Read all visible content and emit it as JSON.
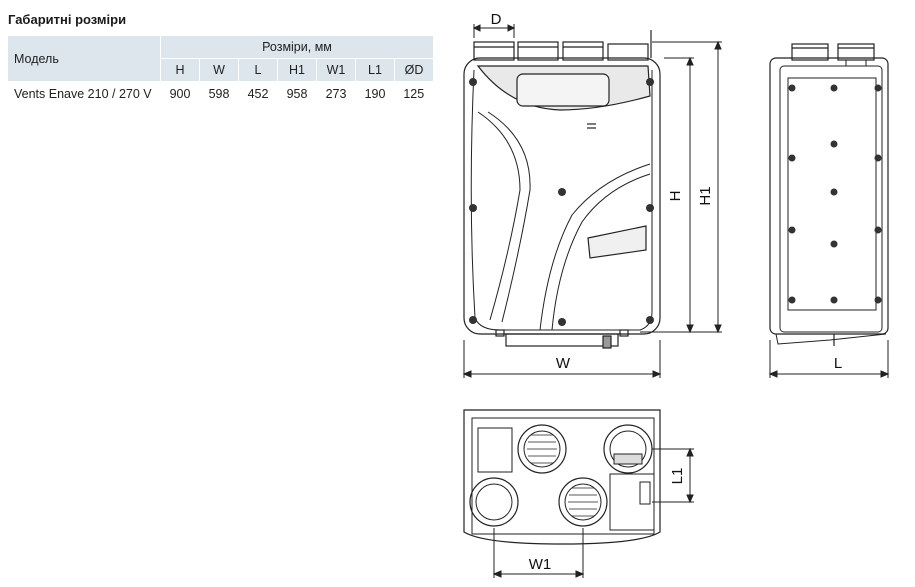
{
  "heading": "Габаритні розміри",
  "table": {
    "model_header": "Модель",
    "group_header": "Розміри, мм",
    "columns": [
      "H",
      "W",
      "L",
      "H1",
      "W1",
      "L1",
      "ØD"
    ],
    "rows": [
      {
        "model": "Vents Enave 210 / 270 V",
        "values": [
          "900",
          "598",
          "452",
          "958",
          "273",
          "190",
          "125"
        ]
      }
    ]
  },
  "drawing_labels": {
    "d": "D",
    "h": "H",
    "h1": "H1",
    "w": "W",
    "l": "L",
    "w1": "W1",
    "l1": "L1"
  }
}
